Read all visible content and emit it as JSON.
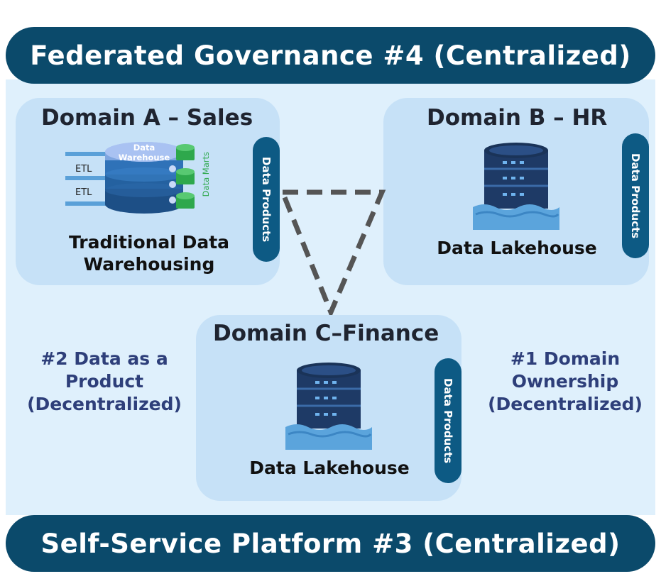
{
  "top_banner": {
    "title": "Federated Governance #4 (Centralized)"
  },
  "bottom_banner": {
    "title": "Self-Service Platform #3 (Centralized)"
  },
  "domain_a": {
    "title": "Domain A – Sales",
    "data_products": "Data Products",
    "warehouse_label": "Data\nWarehouse",
    "warehouse_label_1": "Data",
    "warehouse_label_2": "Warehouse",
    "etl_1": "ETL",
    "etl_2": "ETL",
    "data_marts": "Data Marts",
    "caption_line1": "Traditional Data",
    "caption_line2": "Warehousing"
  },
  "domain_b": {
    "title": "Domain B – HR",
    "data_products": "Data Products",
    "caption": "Data Lakehouse"
  },
  "domain_c": {
    "title": "Domain C–Finance",
    "data_products": "Data Products",
    "caption": "Data Lakehouse"
  },
  "principle_left": {
    "line1": "#2 Data as a",
    "line2": "Product",
    "line3": "(Decentralized)"
  },
  "principle_right": {
    "line1": "#1 Domain",
    "line2": "Ownership",
    "line3": "(Decentralized)"
  },
  "colors": {
    "banner": "#0b4a6b",
    "panel": "#dff0fc",
    "domain_box": "#c6e1f7",
    "pill": "#0d5a84",
    "principle_text": "#2e3f7a"
  }
}
